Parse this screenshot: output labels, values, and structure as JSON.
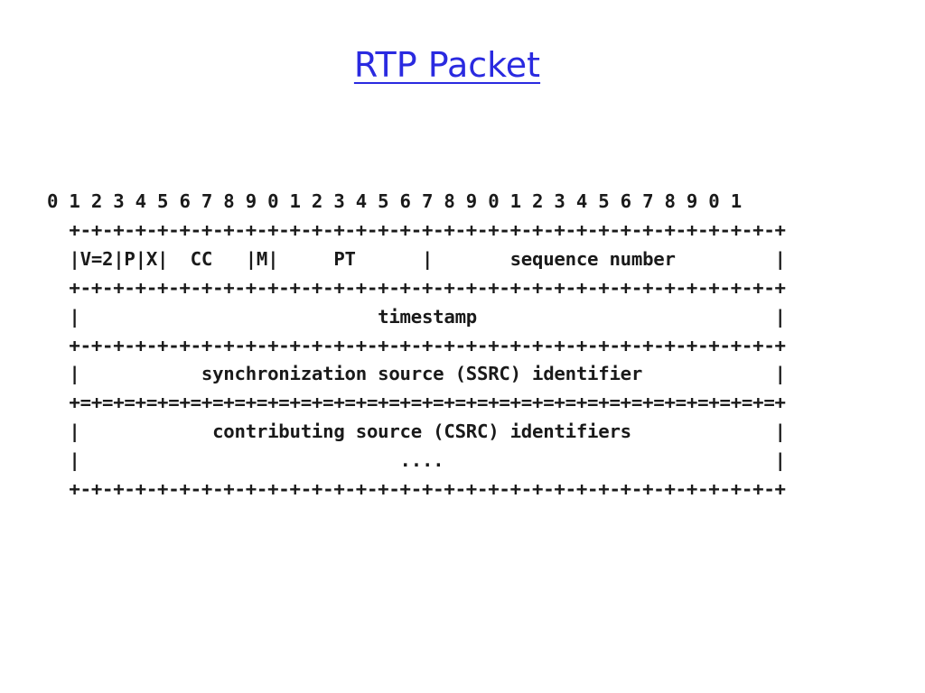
{
  "title": "RTP Packet",
  "diagram": {
    "bit_ruler": "0 1 2 3 4 5 6 7 8 9 0 1 2 3 4 5 6 7 8 9 0 1 2 3 4 5 6 7 8 9 0 1",
    "separator": "  +-+-+-+-+-+-+-+-+-+-+-+-+-+-+-+-+-+-+-+-+-+-+-+-+-+-+-+-+-+-+-+-+",
    "header_separator": "  +=+=+=+=+=+=+=+=+=+=+=+=+=+=+=+=+=+=+=+=+=+=+=+=+=+=+=+=+=+=+=+=+",
    "row_fields": "  |V=2|P|X|  CC   |M|     PT      |       sequence number         |",
    "row_timestamp": "  |                           timestamp                           |",
    "row_ssrc": "  |           synchronization source (SSRC) identifier            |",
    "row_csrc": "  |            contributing source (CSRC) identifiers             |",
    "row_more": "  |                             ....                              |"
  }
}
